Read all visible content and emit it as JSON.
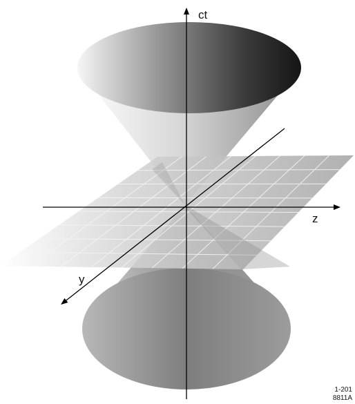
{
  "diagram": {
    "axes": {
      "time": "ct",
      "z": "z",
      "y": "y"
    },
    "figure_id": {
      "line1": "1-201",
      "line2": "8811A"
    },
    "colors": {
      "cone_light": "#f4f4f4",
      "cone_dark": "#1a1a1a",
      "cone_mid": "#8c8c8c",
      "plane": "#bdbdbd",
      "axis": "#000000"
    }
  }
}
